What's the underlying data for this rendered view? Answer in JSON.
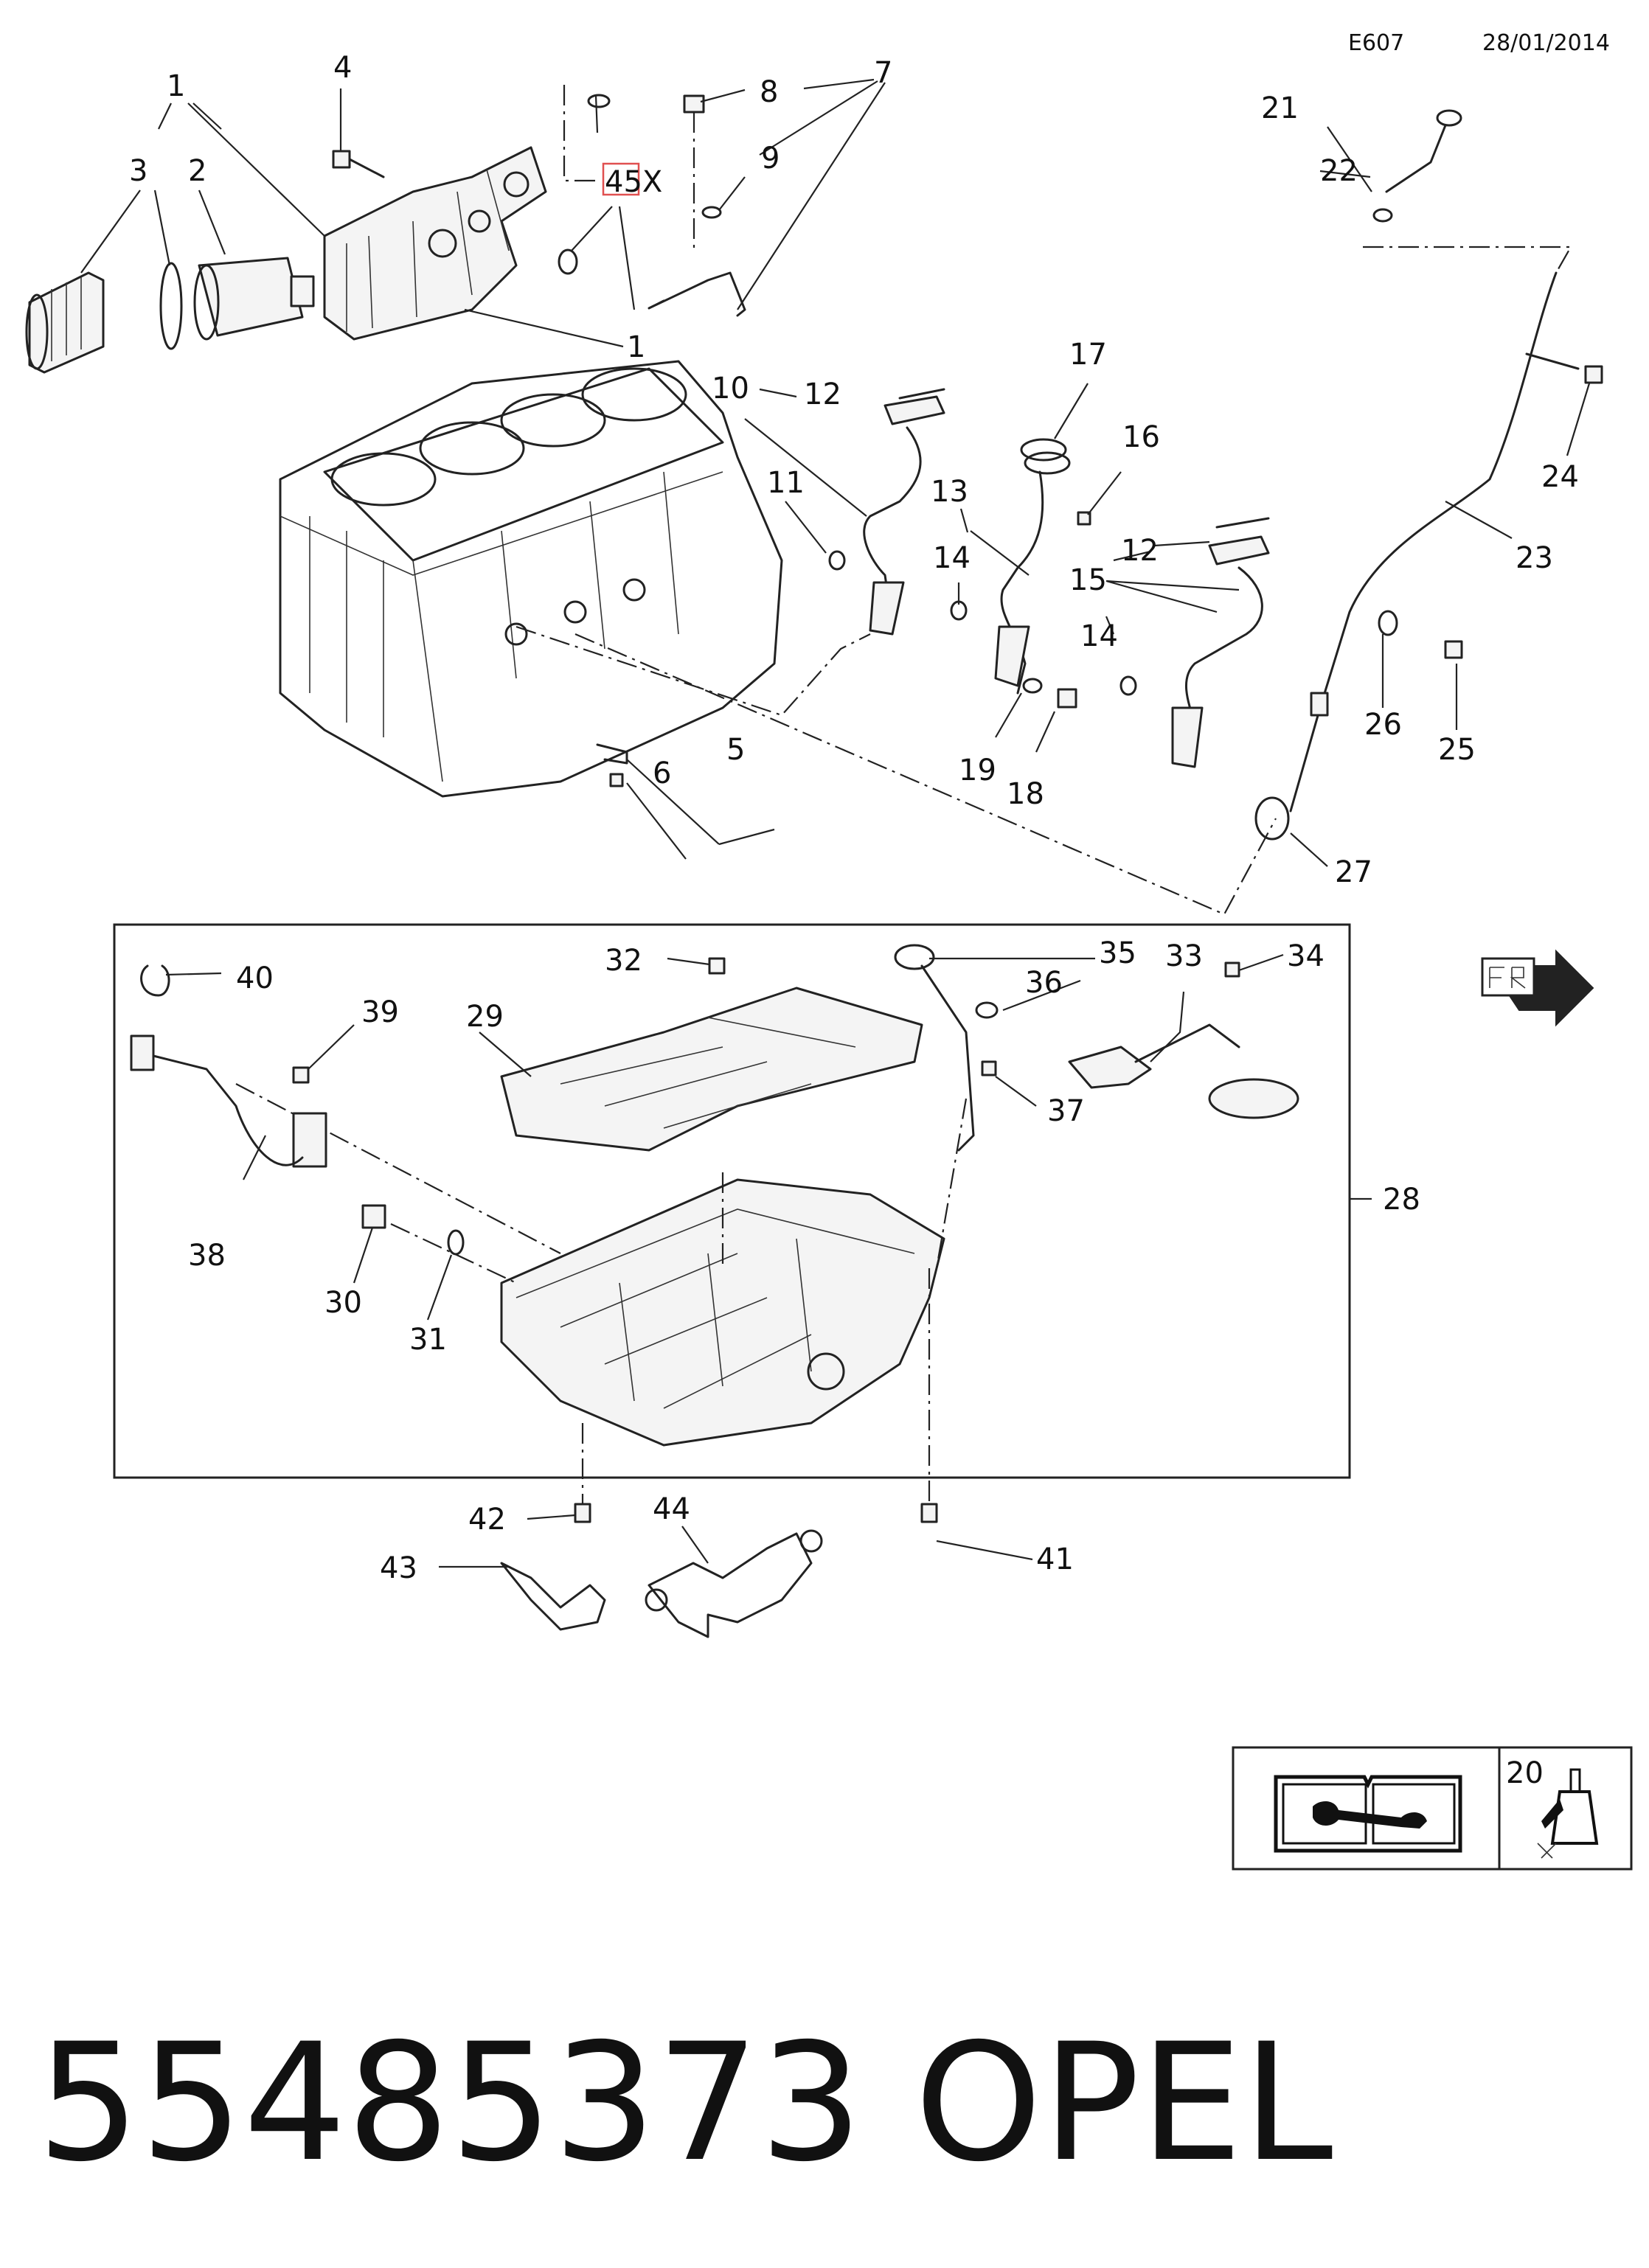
{
  "header": {
    "code": "E607",
    "date": "28/01/2014"
  },
  "callouts": {
    "c1a": "1",
    "c1b": "1",
    "c2": "2",
    "c3": "3",
    "c4": "4",
    "c45": "45X",
    "c5": "5",
    "c6": "6",
    "c7": "7",
    "c8": "8",
    "c9": "9",
    "c10": "10",
    "c11": "11",
    "c12a": "12",
    "c12b": "12",
    "c13": "13",
    "c14a": "14",
    "c14b": "14",
    "c15": "15",
    "c16": "16",
    "c17": "17",
    "c18": "18",
    "c19": "19",
    "c20": "20",
    "c21": "21",
    "c22": "22",
    "c23": "23",
    "c24": "24",
    "c25": "25",
    "c26": "26",
    "c27": "27",
    "c28": "28",
    "c29": "29",
    "c30": "30",
    "c31": "31",
    "c32": "32",
    "c33": "33",
    "c34": "34",
    "c35": "35",
    "c36": "36",
    "c37": "37",
    "c38": "38",
    "c39": "39",
    "c40": "40",
    "c41": "41",
    "c42": "42",
    "c43": "43",
    "c44": "44"
  },
  "highlight_color": "#e05050",
  "icons": [
    "manual-book-icon",
    "sealant-tube-icon",
    "front-direction-arrow-icon"
  ],
  "footer": {
    "part_number": "55485373",
    "brand": "OPEL"
  }
}
